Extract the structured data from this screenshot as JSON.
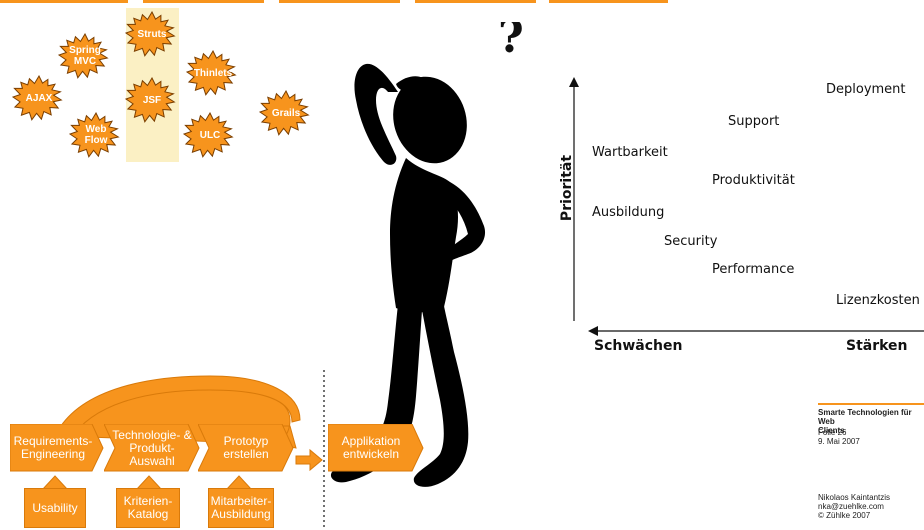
{
  "colors": {
    "accent": "#f7941d",
    "highlight": "#fbf0c4",
    "text": "#111111"
  },
  "frameworks": {
    "items": [
      {
        "label": "Spring\nMVC"
      },
      {
        "label": "Struts"
      },
      {
        "label": "AJAX"
      },
      {
        "label": "JSF"
      },
      {
        "label": "Thinlets"
      },
      {
        "label": "Grails"
      },
      {
        "label": "Web\nFlow"
      },
      {
        "label": "ULC"
      }
    ]
  },
  "illustration": {
    "icon": "thinking-figure-icon",
    "question_mark": "?"
  },
  "priority_chart": {
    "y_axis_label": "Priorität",
    "x_axis_left_label": "Schwächen",
    "x_axis_right_label": "Stärken",
    "factors": [
      {
        "label": "Deployment"
      },
      {
        "label": "Support"
      },
      {
        "label": "Wartbarkeit"
      },
      {
        "label": "Produktivität"
      },
      {
        "label": "Ausbildung"
      },
      {
        "label": "Security"
      },
      {
        "label": "Performance"
      },
      {
        "label": "Lizenzkosten"
      }
    ]
  },
  "process": {
    "steps": [
      {
        "label": "Requirements-\nEngineering"
      },
      {
        "label": "Technologie- &\nProdukt-\nAuswahl"
      },
      {
        "label": "Prototyp\nerstellen"
      },
      {
        "label": "Applikation\nentwickeln"
      }
    ],
    "inputs": [
      {
        "label": "Usability"
      },
      {
        "label": "Kriterien-\nKatalog"
      },
      {
        "label": "Mitarbeiter-\nAusbildung"
      }
    ]
  },
  "footer": {
    "title": "Smarte Technologien für Web\nClients",
    "slide": "Folie 26",
    "date": "9. Mai 2007",
    "author": "Nikolaos Kaintantzis",
    "email": "nka@zuehlke.com",
    "copyright": "© Zühlke 2007"
  }
}
